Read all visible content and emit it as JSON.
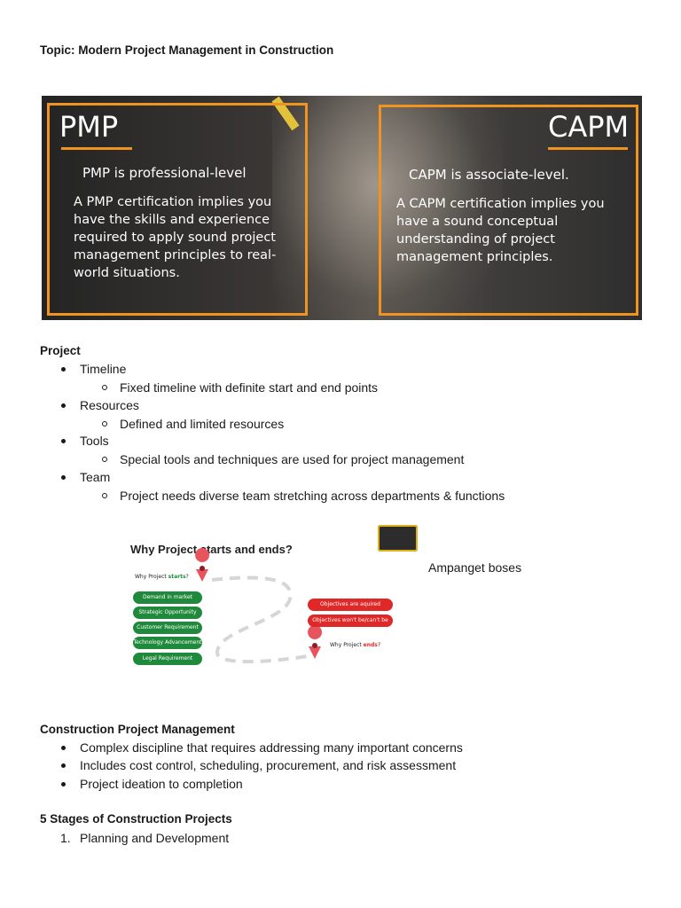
{
  "topic": "Topic: Modern Project Management in Construction",
  "banner": {
    "pmp_title": "PMP",
    "pmp_sub": "PMP is professional-level",
    "pmp_body": "A PMP certification implies you have the skills and experience required to apply sound project management principles to real-world situations.",
    "capm_title": "CAPM",
    "capm_sub": "CAPM is associate-level.",
    "capm_body": "A CAPM certification implies you have a sound conceptual understanding of project management principles.",
    "accent_color": "#f1931f"
  },
  "project": {
    "heading": "Project",
    "items": [
      {
        "label": "Timeline",
        "sub": "Fixed timeline with definite start and end points"
      },
      {
        "label": "Resources",
        "sub": "Defined and limited resources"
      },
      {
        "label": "Tools",
        "sub": "Special tools and techniques are used for project management"
      },
      {
        "label": "Team",
        "sub": "Project needs diverse team stretching across departments & functions"
      }
    ]
  },
  "diagram": {
    "title": "Why Project starts and ends?",
    "starts_prefix": "Why Project ",
    "starts_word": "starts",
    "starts_suffix": "?",
    "ends_prefix": "Why Project ",
    "ends_word": "ends",
    "ends_suffix": "?",
    "start_reasons": [
      "Demand in market",
      "Strategic Opportunity",
      "Customer Requirement",
      "Technology Advancement",
      "Legal Requirement"
    ],
    "end_reasons": [
      "Objectives are aquired",
      "Objectives won't be/can't be met"
    ],
    "green_color": "#1f8a3b",
    "red_color": "#e02828"
  },
  "caption": "Ampanget boses",
  "construction": {
    "heading": "Construction Project Management",
    "items": [
      "Complex discipline that requires addressing many important concerns",
      "Includes cost control, scheduling, procurement, and risk assessment",
      "Project ideation to completion"
    ]
  },
  "stages": {
    "heading": "5 Stages of Construction Projects",
    "items": [
      {
        "num": "1.",
        "label": "Planning and Development"
      }
    ]
  }
}
